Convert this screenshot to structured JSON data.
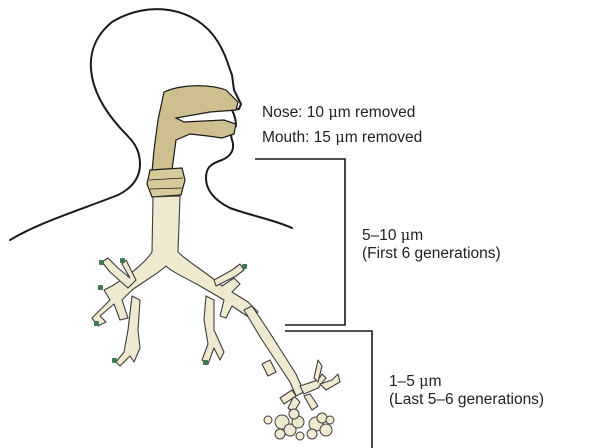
{
  "labels": {
    "nose": {
      "prefix": "Nose:  10 ",
      "mu": "μ",
      "suffix": "m removed"
    },
    "mouth": {
      "prefix": "Mouth:  15 ",
      "mu": "μ",
      "suffix": "m removed"
    },
    "upper_range": {
      "prefix": "5–10 ",
      "mu": "μ",
      "suffix": "m"
    },
    "upper_note": "(First 6 generations)",
    "lower_range": {
      "prefix": "1–5 ",
      "mu": "μ",
      "suffix": "m"
    },
    "lower_note": "(Last 5–6 generations)"
  },
  "colors": {
    "outline": "#1a1a1a",
    "airway_fill": "#efe9d0",
    "nasal_fill": "#cdbf8e",
    "larynx_fill": "#d6c99a",
    "bronchiole_tip": "#3e7a4e"
  }
}
